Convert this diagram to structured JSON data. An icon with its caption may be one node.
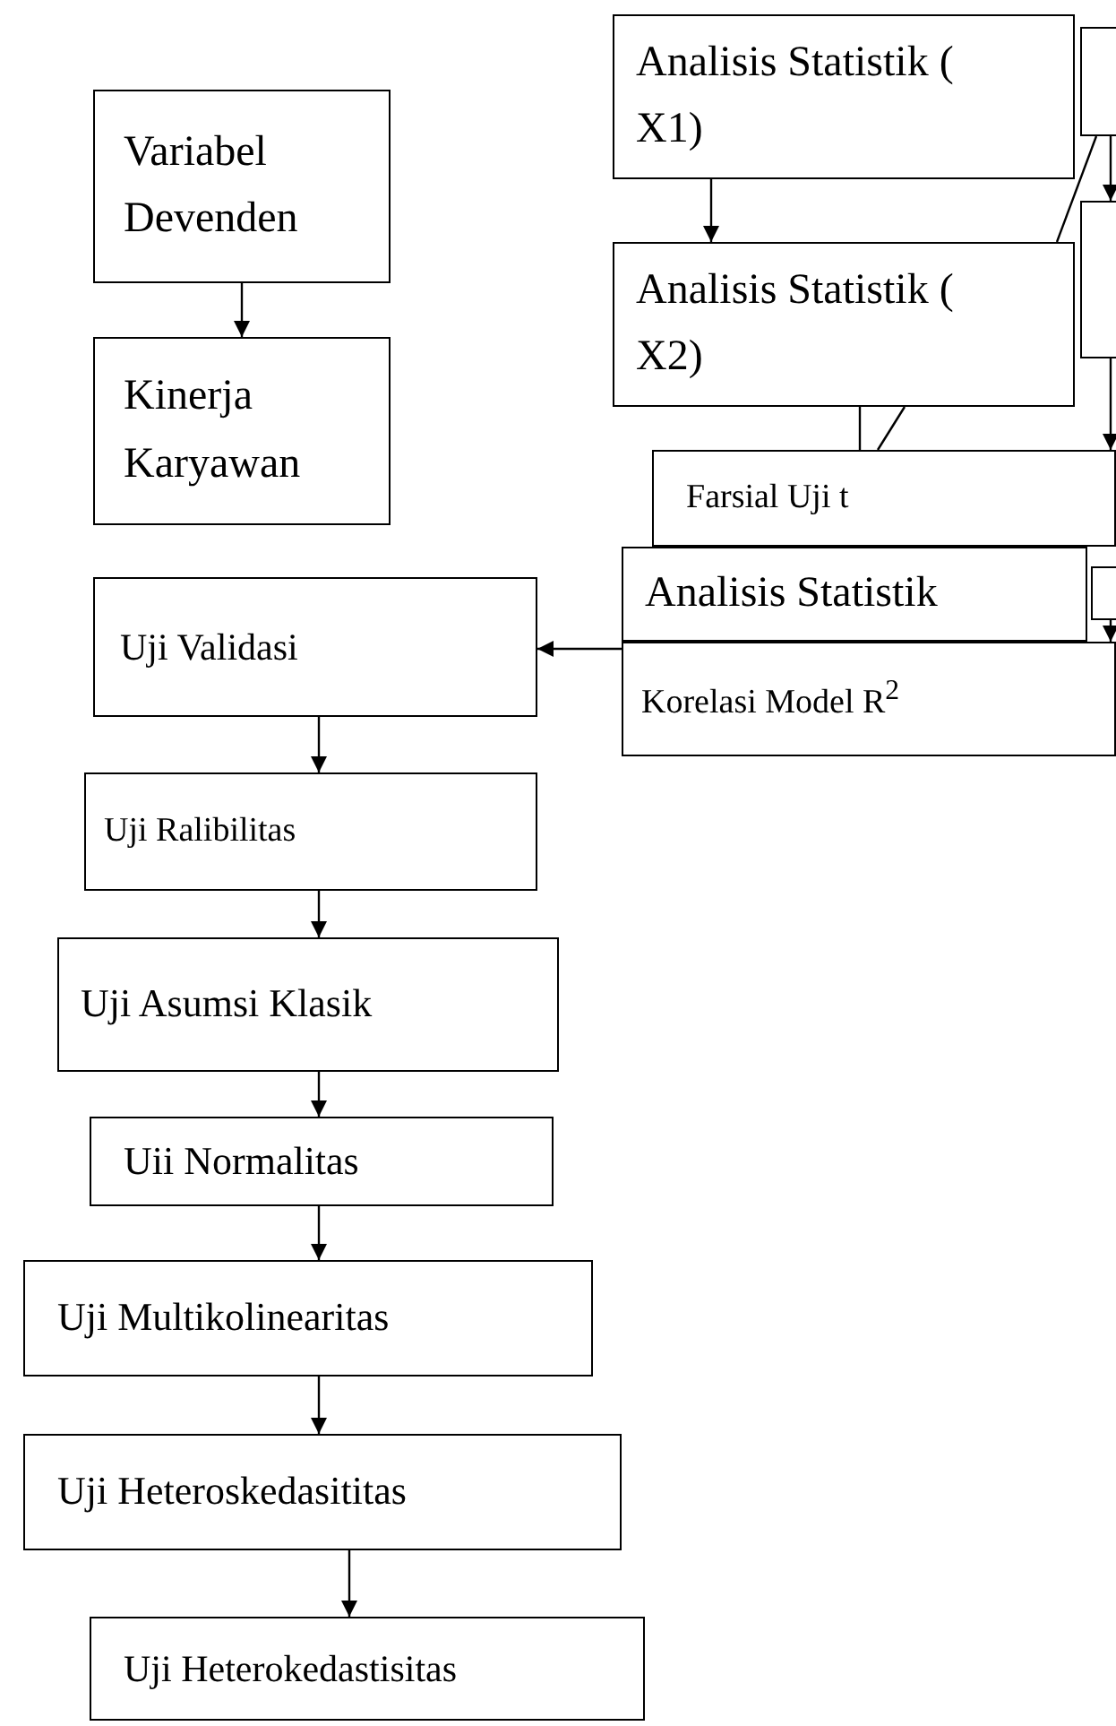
{
  "diagram": {
    "nodes": [
      {
        "text": [
          "Variabel Devenden"
        ]
      },
      {
        "text": [
          "Kinerja Karyawan"
        ]
      },
      {
        "text": [
          "Analisis Statistik ( X1)"
        ]
      },
      {
        "text": [
          "Analisis Statistik ( X2)"
        ]
      },
      {
        "text": [
          "Farsial Uji t"
        ]
      },
      {
        "text": [
          "Analisis Statistik"
        ]
      },
      {
        "text": [
          "Korelasi Model R$^{2}$"
        ]
      },
      {
        "text": [
          "Uji Validasi"
        ]
      },
      {
        "text": [
          "Uji Ralibilitas"
        ]
      },
      {
        "text": [
          "Uji Asumsi Klasik"
        ]
      },
      {
        "text": [
          "Uii Normalitas"
        ]
      },
      {
        "text": [
          "Uji Multikolinearitas"
        ]
      },
      {
        "text": [
          "Uji Heteroskedasititas"
        ]
      },
      {
        "text": [
          "Uji Heterokedastisitas"
        ]
      },
      {
        "text": [],
        "shape": "box"
      },
      {
        "text": [],
        "shape": "box"
      },
      {
        "text": [],
        "shape": "box"
      }
    ],
    "edges": [
      {
        "from": 0,
        "to": 1,
        "arrow": "to"
      },
      {
        "from": 2,
        "to": 3,
        "arrow": "to"
      },
      {
        "from": 14,
        "to": 3,
        "arrow": "none"
      },
      {
        "from": 3,
        "to": 4,
        "arrow": "none"
      },
      {
        "from": 3,
        "to": 4,
        "arrow": "none"
      },
      {
        "from": 14,
        "to": 15,
        "arrow": "to"
      },
      {
        "from": 15,
        "to": 4,
        "arrow": "to"
      },
      {
        "from": 16,
        "to": 6,
        "arrow": "to"
      },
      {
        "from": 5,
        "to": 7,
        "arrow": "to"
      },
      {
        "from": 7,
        "to": 8,
        "arrow": "to"
      },
      {
        "from": 8,
        "to": 9,
        "arrow": "to"
      },
      {
        "from": 9,
        "to": 10,
        "arrow": "to"
      },
      {
        "from": 10,
        "to": 11,
        "arrow": "to"
      },
      {
        "from": 11,
        "to": 12,
        "arrow": "to"
      },
      {
        "from": 12,
        "to": 13,
        "arrow": "to"
      }
    ]
  }
}
